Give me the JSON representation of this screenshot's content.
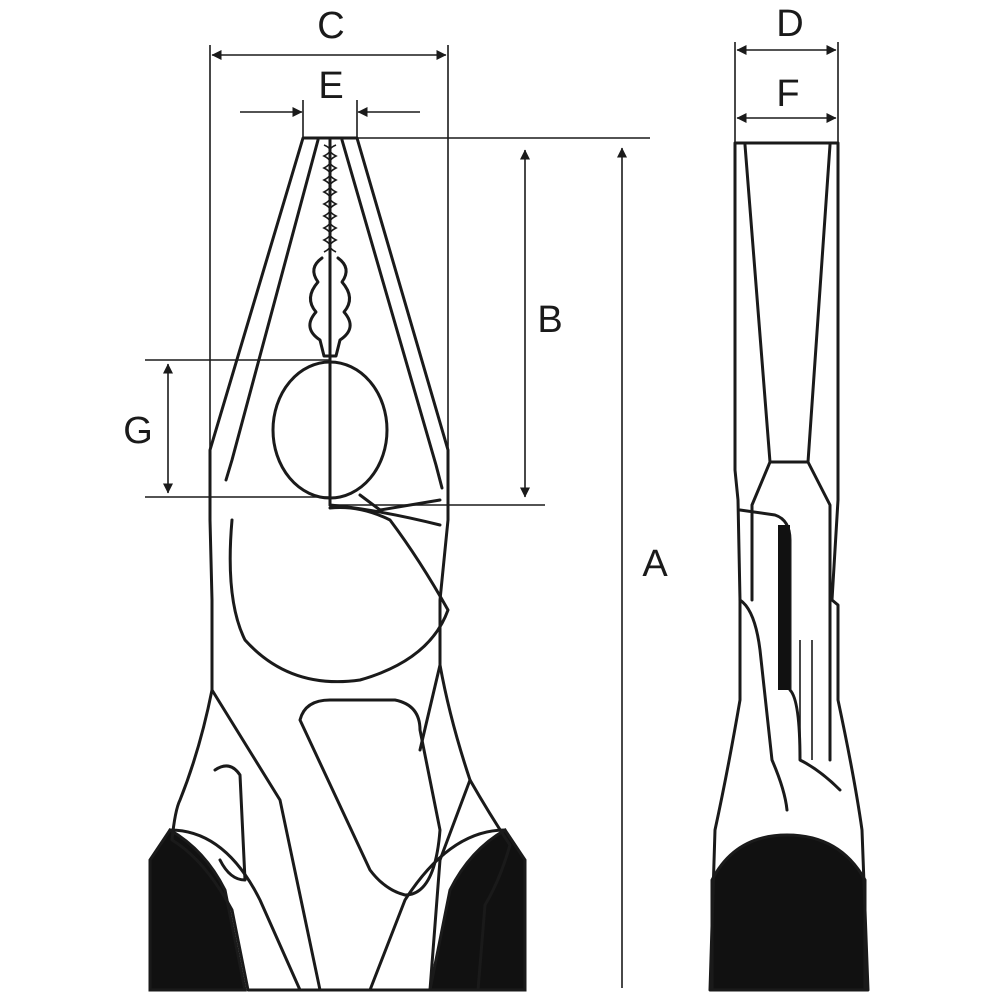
{
  "dimensions": {
    "A": "A",
    "B": "B",
    "C": "C",
    "D": "D",
    "E": "E",
    "F": "F",
    "G": "G"
  },
  "colors": {
    "outline": "#1a1a1a",
    "grip": "#111111",
    "background": "#ffffff"
  }
}
